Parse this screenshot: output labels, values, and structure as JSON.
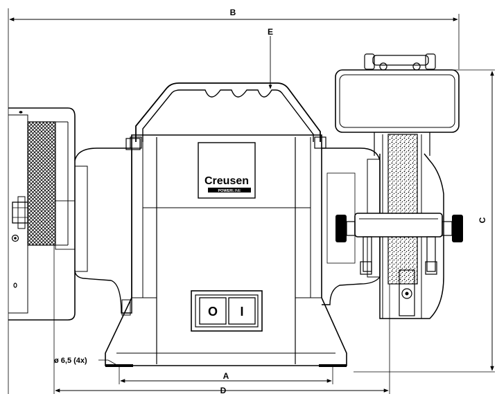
{
  "dimensions": {
    "A": "A",
    "B": "B",
    "C": "C",
    "D": "D",
    "E": "E",
    "hole_note": "ø 6,5 (4x)"
  },
  "brand": {
    "name": "Creusen",
    "line_bold": "POWER",
    "line_light": "LINE"
  },
  "switch": {
    "off_symbol": "O",
    "on_symbol": "I"
  },
  "colors": {
    "ink": "#000000",
    "paper": "#ffffff"
  }
}
